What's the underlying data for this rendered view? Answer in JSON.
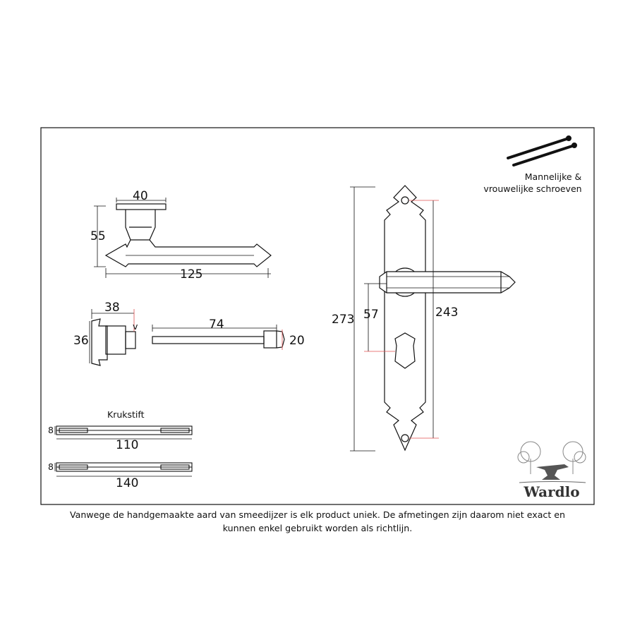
{
  "handle_top_view": {
    "width_label": "40",
    "height_label": "55",
    "length_label": "125"
  },
  "rose_side_view": {
    "width_label": "38",
    "height_label": "36",
    "marker": "v"
  },
  "spindle": {
    "length_label": "74",
    "diameter_label": "20"
  },
  "backplate": {
    "height_label": "273",
    "hole_distance_label": "243",
    "handle_to_key_label": "57"
  },
  "screws": {
    "caption_line1": "Mannelijke &",
    "caption_line2": "vrouwelijke schroeven"
  },
  "krukstift": {
    "title": "Krukstift",
    "items": [
      {
        "thickness": "8",
        "length": "110"
      },
      {
        "thickness": "8",
        "length": "140"
      }
    ]
  },
  "brand": {
    "name": "Wardlo"
  },
  "disclaimer": {
    "line1": "Vanwege de handgemaakte aard van smeedijzer is elk product uniek. De afmetingen zijn daarom niet exact en",
    "line2": "kunnen enkel gebruikt worden als richtlijn."
  },
  "colors": {
    "line": "#111111",
    "marker": "#e05050",
    "background": "#ffffff"
  }
}
